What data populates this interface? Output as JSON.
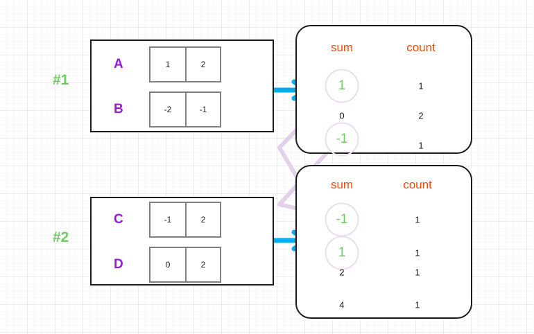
{
  "diagram": {
    "title": "MapReduce sum-count aggregation diagram",
    "colors": {
      "label_green": "#6ecb63",
      "row_label_purple": "#9b19d6",
      "header_orange": "#ff4500",
      "arrow_blue": "#00aeef",
      "connector_lavender": "#e3d1ea",
      "box_border": "#1a1a1a",
      "cell_border": "#808080"
    }
  },
  "groups": [
    {
      "label": "#1",
      "rows": [
        {
          "name": "A",
          "values": [
            "1",
            "2"
          ]
        },
        {
          "name": "B",
          "values": [
            "-2",
            "-1"
          ]
        }
      ]
    },
    {
      "label": "#2",
      "rows": [
        {
          "name": "C",
          "values": [
            "-1",
            "2"
          ]
        },
        {
          "name": "D",
          "values": [
            "0",
            "2"
          ]
        }
      ]
    }
  ],
  "result_tables": [
    {
      "headers": {
        "sum": "sum",
        "count": "count"
      },
      "rows": [
        {
          "sum": "1",
          "count": "1",
          "highlight": true
        },
        {
          "sum": "0",
          "count": "2",
          "highlight": false
        },
        {
          "sum": "-1",
          "count": "1",
          "highlight": true
        }
      ]
    },
    {
      "headers": {
        "sum": "sum",
        "count": "count"
      },
      "rows": [
        {
          "sum": "-1",
          "count": "1",
          "highlight": true
        },
        {
          "sum": "1",
          "count": "1",
          "highlight": true
        },
        {
          "sum": "2",
          "count": "1",
          "highlight": false
        },
        {
          "sum": "4",
          "count": "1",
          "highlight": false
        }
      ]
    }
  ]
}
